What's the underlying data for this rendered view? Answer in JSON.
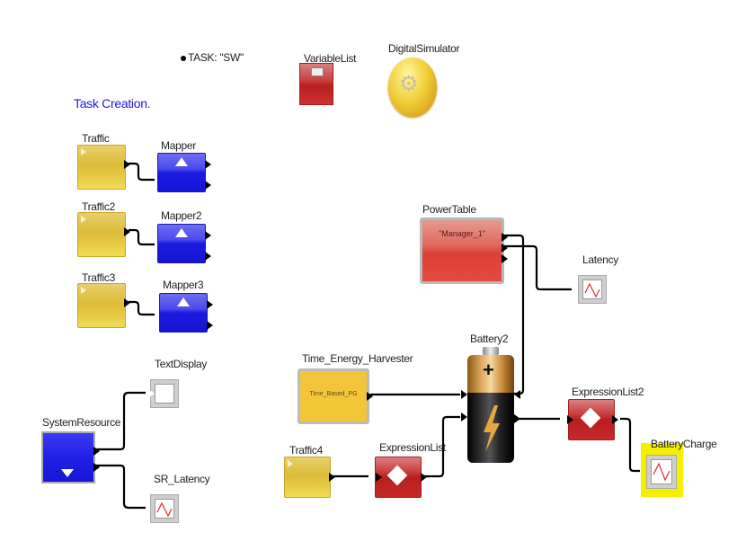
{
  "annotations": {
    "task": "TASK: \"SW\"",
    "section_title": "Task Creation."
  },
  "colors": {
    "traffic": "#dcbc3a",
    "mapper": "#1c1ce0",
    "actor_red": "#c72828",
    "title_blue": "#1b1bdc",
    "highlight": "#f4f000"
  },
  "blocks": {
    "variable_list": {
      "label": "VariableList",
      "icon": "list-icon"
    },
    "digital_simulator": {
      "label": "DigitalSimulator",
      "icon": "gears-icon"
    },
    "traffic": {
      "label": "Traffic"
    },
    "mapper": {
      "label": "Mapper"
    },
    "traffic2": {
      "label": "Traffic2"
    },
    "mapper2": {
      "label": "Mapper2"
    },
    "traffic3": {
      "label": "Traffic3"
    },
    "mapper3": {
      "label": "Mapper3"
    },
    "text_display": {
      "label": "TextDisplay"
    },
    "system_resource": {
      "label": "SystemResource"
    },
    "sr_latency": {
      "label": "SR_Latency"
    },
    "power_table": {
      "label": "PowerTable",
      "value": "\"Manager_1\""
    },
    "latency": {
      "label": "Latency"
    },
    "time_energy_harvester": {
      "label": "Time_Energy_Harvester",
      "value": "Time_Based_PG"
    },
    "battery2": {
      "label": "Battery2"
    },
    "traffic4": {
      "label": "Traffic4"
    },
    "expression_list": {
      "label": "ExpressionList"
    },
    "expression_list2": {
      "label": "ExpressionList2"
    },
    "battery_charge": {
      "label": "BatteryCharge"
    }
  }
}
